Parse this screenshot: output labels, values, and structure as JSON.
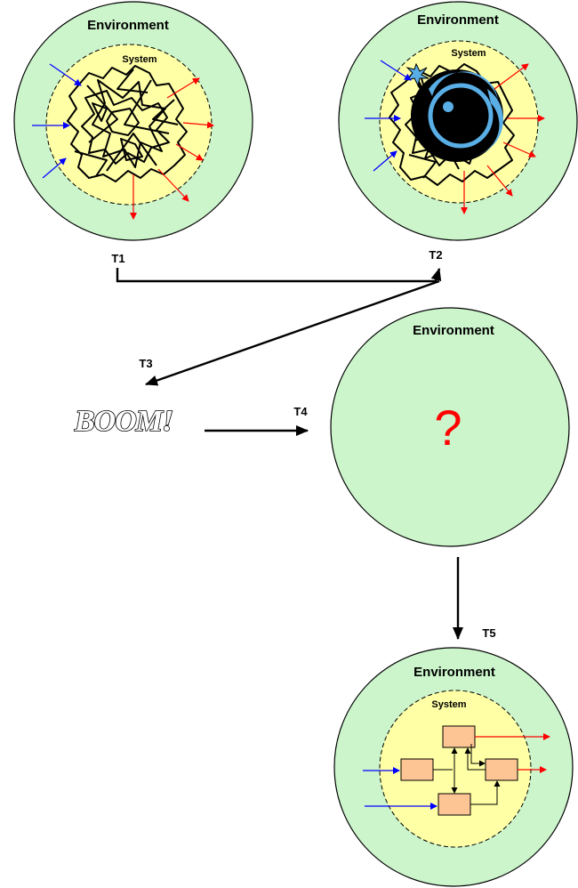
{
  "panels": {
    "t1": {
      "environment_label": "Environment",
      "system_label": "System"
    },
    "t2": {
      "environment_label": "Environment",
      "system_label": "System"
    },
    "t4": {
      "environment_label": "Environment",
      "mystery_symbol": "?"
    },
    "t5": {
      "environment_label": "Environment",
      "system_label": "System"
    }
  },
  "timeline": {
    "t1": "T1",
    "t2": "T2",
    "t3": "T3",
    "t4": "T4",
    "t5": "T5"
  },
  "event_text": "BOOM!",
  "colors": {
    "environment_fill": "#ccf5cc",
    "system_fill": "#ffffa6",
    "input_arrow": "#0000ff",
    "output_arrow": "#ff0000",
    "component_box": "#fcc593",
    "mystery_mark": "#ff0000",
    "bomb_accent": "#5aaee6"
  }
}
